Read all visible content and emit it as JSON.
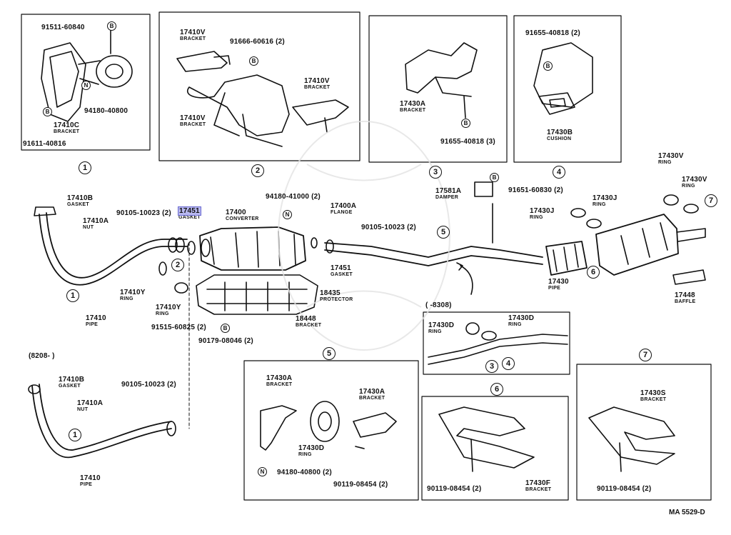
{
  "diagram_code": "MA 5529-D",
  "sections": {
    "s1": {
      "index": "1",
      "labels": {
        "b1": "91511-60840",
        "c": "17410C",
        "c_n": "BRACKET",
        "n1": "94180-40800",
        "b2": "91611-40816"
      }
    },
    "s2": {
      "index": "2",
      "labels": {
        "v1": "17410V",
        "v1_n": "BRACKET",
        "b": "91666-60616 (2)",
        "v2": "17410V",
        "v2_n": "BRACKET",
        "v3": "17410V",
        "v3_n": "BRACKET"
      }
    },
    "s3": {
      "index": "3",
      "labels": {
        "a": "17430A",
        "a_n": "BRACKET",
        "b": "91655-40818 (3)"
      }
    },
    "s4": {
      "index": "4",
      "labels": {
        "b": "91655-40818 (2)",
        "cb": "17430B",
        "cb_n": "CUSHION"
      }
    },
    "main": {
      "labels": {
        "g1": "17410B",
        "g1_n": "GASKET",
        "nut": "17410A",
        "nut_n": "NUT",
        "bolt1": "90105-10023 (2)",
        "g2": "17451",
        "g2_n": "GASKET",
        "conv": "17400",
        "conv_n": "CONVERTER",
        "n2": "94180-41000 (2)",
        "flange": "17400A",
        "flange_n": "FLANGE",
        "bolt2": "90105-10023 (2)",
        "g3": "17451",
        "g3_n": "GASKET",
        "damper": "17581A",
        "damper_n": "DAMPER",
        "b3": "91651-60830 (2)",
        "ring_j1": "17430J",
        "ring_j1_n": "RING",
        "ring_j2": "17430J",
        "ring_j2_n": "RING",
        "ring_v1": "17430V",
        "ring_v1_n": "RING",
        "ring_v2": "17430V",
        "ring_v2_n": "RING",
        "pipe2": "17430",
        "pipe2_n": "PIPE",
        "baffle": "17448",
        "baffle_n": "BAFFLE",
        "ring_y1": "17410Y",
        "ring_y1_n": "RING",
        "ring_y2": "17410Y",
        "ring_y2_n": "RING",
        "pipe1": "17410",
        "pipe1_n": "PIPE",
        "prot": "18435",
        "prot_n": "PROTECTOR",
        "bolt3": "91515-60825 (2)",
        "bracket": "18448",
        "bracket_n": "BRACKET",
        "bolt4": "90179-08046 (2)"
      }
    },
    "inset_early": {
      "range": "(      -8308)",
      "labels": {
        "d1": "17430D",
        "d1_n": "RING",
        "d2": "17430D",
        "d2_n": "RING"
      }
    },
    "inset_late": {
      "range": "(8208-        )",
      "labels": {
        "g": "17410B",
        "g_n": "GASKET",
        "nut": "17410A",
        "nut_n": "NUT",
        "bolt": "90105-10023 (2)",
        "pipe": "17410",
        "pipe_n": "PIPE"
      }
    },
    "s5": {
      "index": "5",
      "labels": {
        "a1": "17430A",
        "a1_n": "BRACKET",
        "a2": "17430A",
        "a2_n": "BRACKET",
        "d": "17430D",
        "d_n": "RING",
        "n": "94180-40800 (2)",
        "bolt": "90119-08454 (2)"
      }
    },
    "s6": {
      "index": "6",
      "labels": {
        "bolt": "90119-08454 (2)",
        "f": "17430F",
        "f_n": "BRACKET"
      }
    },
    "s7": {
      "index": "7",
      "labels": {
        "s": "17430S",
        "s_n": "BRACKET",
        "bolt": "90119-08454 (2)"
      }
    }
  },
  "callouts": {
    "one": "1",
    "two": "2",
    "three": "3",
    "four": "4",
    "five": "5",
    "six": "6",
    "seven": "7"
  },
  "markers": {
    "bolt": "B",
    "nut": "N"
  },
  "colors": {
    "highlight": "#b8b8f0",
    "ink": "#111111"
  }
}
